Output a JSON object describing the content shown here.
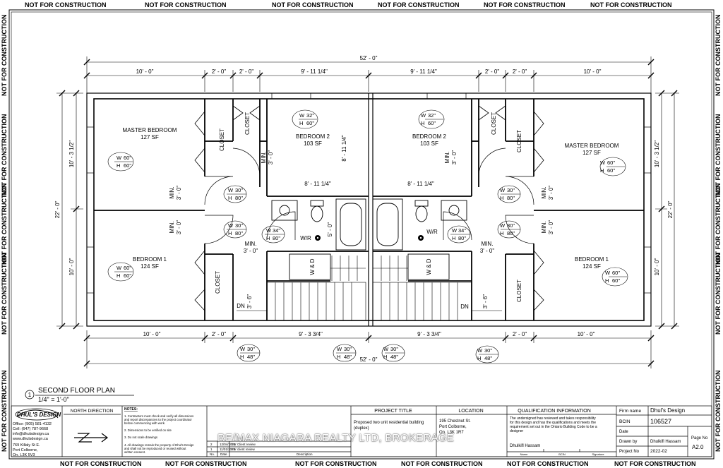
{
  "banner": {
    "top": [
      "NOT FOR CONSTRUCTION",
      "NOT FOR CONSTRUCTION",
      "NOT FOR CONSTRUCTION",
      "NOT FOR CONSTRUCTION",
      "NOT FOR CONSTRUCTION",
      "NOT FOR CONSTRUCTION"
    ],
    "bottom": [
      "NOT FOR CONSTRUCTION",
      "NOT FOR CONSTRUCTION",
      "NOT FOR CONSTRUCTION",
      "NOT FOR CONSTRUCTION",
      "NOT FOR CONSTRUCTION",
      "NOT FOR CONSTRUCTION"
    ],
    "left": [
      "NOT FOR CONSTRUCTION",
      "NOT FOR CONSTRUCTION",
      "NOT FOR CONSTRUCTION",
      "NOT FOR CONSTRUCTION",
      "NOT FOR CONSTRUCTION"
    ],
    "right": [
      "NOT FOR CONSTRUCTION",
      "NOT FOR CONSTRUCTION",
      "NOT FOR CONSTRUCTION",
      "NOT FOR CONSTRUCTION",
      "NOT FOR CONSTRUCTION"
    ]
  },
  "plan": {
    "overall_width": "52' - 0\"",
    "overall_depth": "22' - 0\"",
    "top_dims": [
      "10' - 0\"",
      "2' - 0\"",
      "2' - 0\"",
      "9' - 11 1/4\"",
      "9' - 11 1/4\"",
      "2' - 0\"",
      "2' - 0\"",
      "10' - 0\""
    ],
    "bottom_dims": [
      "10' - 0\"",
      "2' - 0\"",
      "9' - 3 3/4\"",
      "9' - 3 3/4\"",
      "2' - 0\"",
      "10' - 0\""
    ],
    "left_dims": [
      "10' - 3 1/2\"",
      "10' - 0\""
    ],
    "right_dims": [
      "10' - 3 1/2\"",
      "10' - 0\""
    ],
    "inner_dims": [
      "8' - 11 1/4\"",
      "8' - 11 1/4\"",
      "8' - 11 1/4\"",
      "5' - 0\"",
      "3' - 6\"",
      "3' - 6\""
    ],
    "min_labels": [
      "MIN.",
      "3' - 0\""
    ],
    "rooms": {
      "master": "MASTER BEDROOM",
      "master_area": "127 SF",
      "bed1": "BEDROOM 1",
      "bed1_area": "124 SF",
      "bed2": "BEDROOM 2",
      "bed2_area": "103 SF",
      "closet": "CLOSET",
      "wd": "W & D",
      "wr": "W/R",
      "dn": "DN"
    },
    "tags": {
      "w30": "30\"",
      "w32": "32\"",
      "w34": "34\"",
      "w60": "60\"",
      "h80": "80\"",
      "h60": "60\"",
      "h48": "48\"",
      "W": "W",
      "H": "H"
    }
  },
  "title_block": {
    "view_number": "1",
    "view_title": "SECOND FLOOR PLAN",
    "scale": "1/4\" = 1'-0\"",
    "company_logo_text": "DHUL'S DESIGN",
    "company_lines": [
      "Office: (905) 581-4132",
      "Cell: (647) 787-9668",
      "info@dhulsdesign.ca",
      "www.dhulsdesign.ca",
      "769 Killaly St E.",
      "Port Colborne,",
      "On. L3K 5V3"
    ],
    "north_label": "NORTH DIRECTION",
    "notes_label": "NOTES:",
    "notes": [
      "1. Contractors must check and verify all dimensions",
      "   and report discrepancies to the project coordinator",
      "   before commencing with work.",
      "2. Dimensions to be verified on site",
      "3. Do not scale drawings",
      "4. All drawings remain the property of Dhul's Design",
      "   and shall not be reproduced or reused without",
      "   written consent."
    ],
    "rev_rows": [
      {
        "no": "2",
        "date": "12/04/2022",
        "desc": "For Client review"
      },
      {
        "no": "1",
        "date": "11/01/2022",
        "desc": "For client review"
      }
    ],
    "rev_headers": {
      "no": "No.",
      "date": "Date",
      "desc": "Description"
    },
    "project_title_label": "PROJECT TITLE",
    "project_title": "Proposed two unit residential building (duplex)",
    "location_label": "LOCATION",
    "location": [
      "195 Chestnut St.",
      "Port Colborne,",
      "On. L3K 1R7"
    ],
    "qual_label": "QUALIFICATION INFORMATION",
    "qual_text": [
      "The undersigned has reviewed and takes responsibility",
      "for this design and has the qualifications and meets the",
      "requirement set out in the Ontario Building Code to be a",
      "designer"
    ],
    "designer_name": "Dhulkifl Hassam",
    "sig_headers": [
      "Name",
      "BCIN",
      "Signature"
    ],
    "firm_label": "Firm name",
    "firm_name": "Dhul's Design",
    "bcin_label": "BCIN",
    "bcin": "106527",
    "date_label": "Date",
    "drawn_label": "Drawn by",
    "drawn_by": "Dhulkifl Hassam",
    "projno_label": "Project No",
    "project_no": "2022-02",
    "page_label": "Page No",
    "page_no": "A2.0"
  },
  "watermark": "RE/MAX NIAGARA REALTY LTD, BROKERAGE"
}
